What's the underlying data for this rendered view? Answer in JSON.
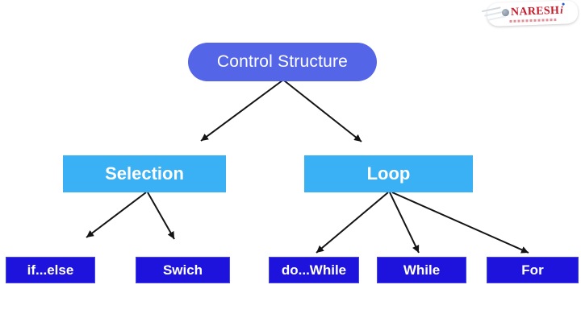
{
  "logo": {
    "brand": "NARESH",
    "suffix": "i",
    "brand_color": "#c41e2d",
    "dot_color": "#2456c8"
  },
  "tree": {
    "root": {
      "label": "Control Structure"
    },
    "children": [
      {
        "label": "Selection",
        "children": [
          {
            "label": "if...else"
          },
          {
            "label": "Swich"
          }
        ]
      },
      {
        "label": "Loop",
        "children": [
          {
            "label": "do...While"
          },
          {
            "label": "While"
          },
          {
            "label": "For"
          }
        ]
      }
    ]
  },
  "colors": {
    "background": "#ffffff",
    "root_fill": "#5565e8",
    "branch_fill": "#3ab0f5",
    "leaf_fill": "#1d13dc",
    "node_text": "#ffffff",
    "arrow": "#141414"
  }
}
